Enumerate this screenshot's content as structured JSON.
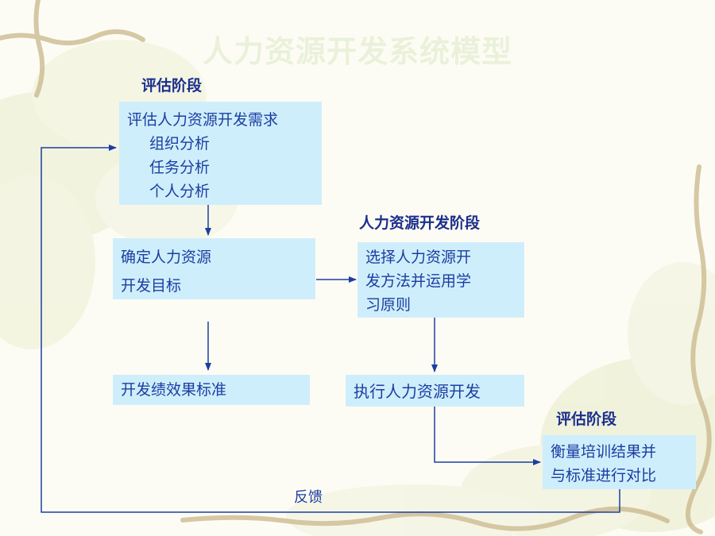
{
  "title": "人力资源开发系统模型",
  "headings": {
    "assess_top": "评估阶段",
    "development": "人力资源开发阶段",
    "assess_bottom": "评估阶段"
  },
  "boxes": {
    "needs": {
      "lines": [
        "评估人力资源开发需求",
        "组织分析",
        "任务分析",
        "个人分析"
      ]
    },
    "goals": {
      "lines": [
        "确定人力资源",
        "开发目标"
      ]
    },
    "criteria": {
      "lines": [
        "开发绩效果标准"
      ]
    },
    "methods": {
      "lines": [
        "选择人力资源开",
        "发方法并运用学",
        "习原则"
      ]
    },
    "execute": {
      "lines": [
        "执行人力资源开发"
      ]
    },
    "measure": {
      "lines": [
        "衡量培训结果并",
        "与标准进行对比"
      ]
    }
  },
  "feedback_label": "反馈",
  "colors": {
    "box_fill": "#cfeefc",
    "box_text": "#1b3ea0",
    "heading_text": "#1b2f8c",
    "arrow": "#1b3ea0",
    "title_text": "#eaf1da"
  }
}
